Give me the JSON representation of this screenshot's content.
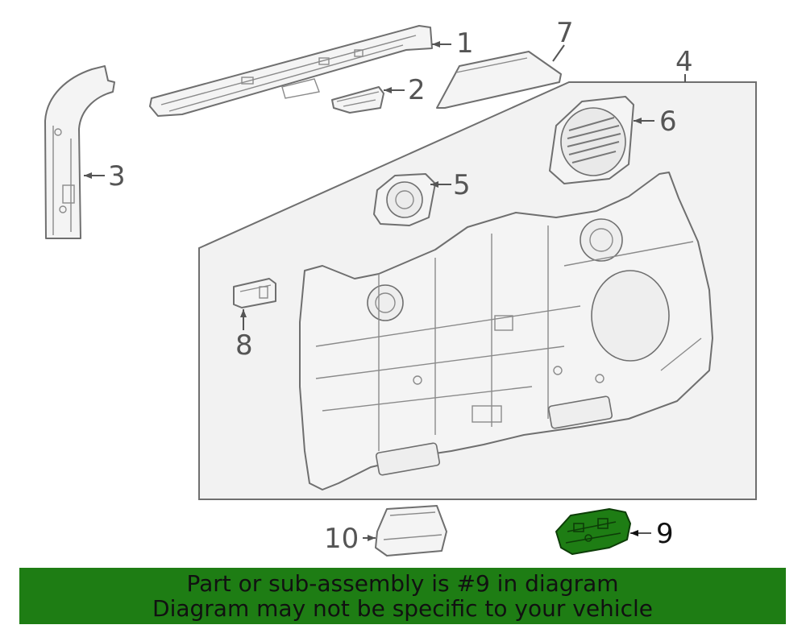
{
  "callouts": {
    "c1": "1",
    "c2": "2",
    "c3": "3",
    "c4": "4",
    "c5": "5",
    "c6": "6",
    "c7": "7",
    "c8": "8",
    "c9": "9",
    "c10": "10"
  },
  "highlight": {
    "part": "9",
    "color": "#1e7d14"
  },
  "banner": {
    "line1": "Part or sub-assembly is #9 in diagram",
    "line2": "Diagram may not be specific to your vehicle"
  }
}
